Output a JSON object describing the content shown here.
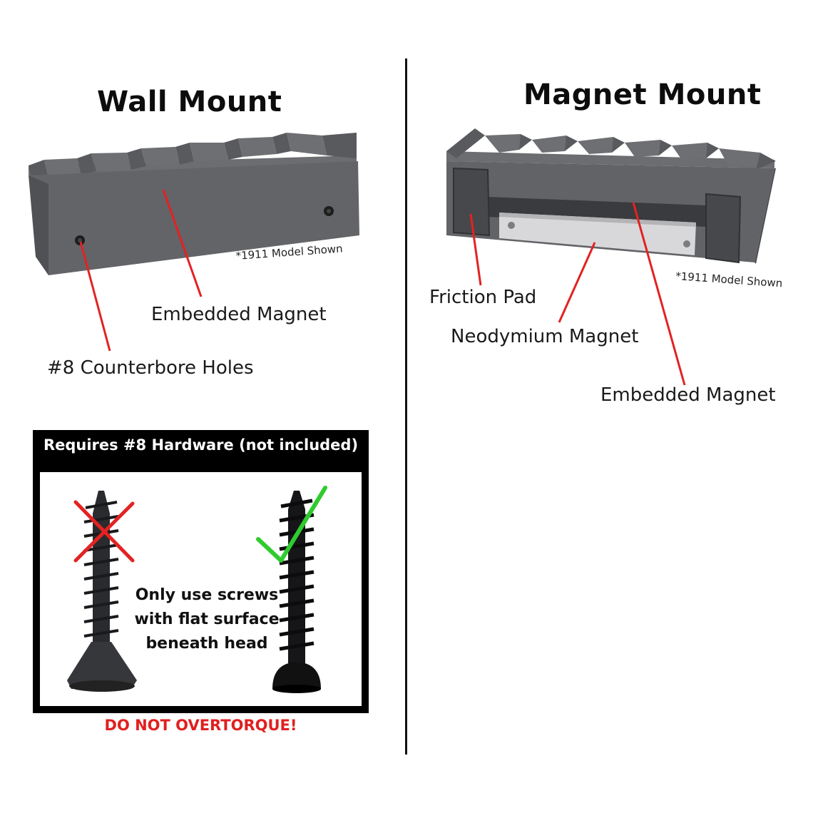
{
  "wall_mount": {
    "title": "Wall Mount",
    "note": "*1911 Model Shown",
    "labels": {
      "embedded_magnet": "Embedded Magnet",
      "counterbore_holes": "#8 Counterbore Holes"
    }
  },
  "magnet_mount": {
    "title": "Magnet Mount",
    "note": "*1911 Model Shown",
    "labels": {
      "friction_pad": "Friction Pad",
      "neodymium_magnet": "Neodymium Magnet",
      "embedded_magnet": "Embedded Magnet"
    }
  },
  "hardware": {
    "header": "Requires #8 Hardware (not included)",
    "note_lines": [
      "Only use screws",
      "with flat surface",
      "beneath head"
    ],
    "warning": "DO NOT OVERTORQUE!"
  },
  "colors": {
    "block": "#5f6063",
    "callout": "#e32222",
    "cross": "#e32222",
    "check": "#2ecc2e",
    "warning": "#e02020"
  }
}
